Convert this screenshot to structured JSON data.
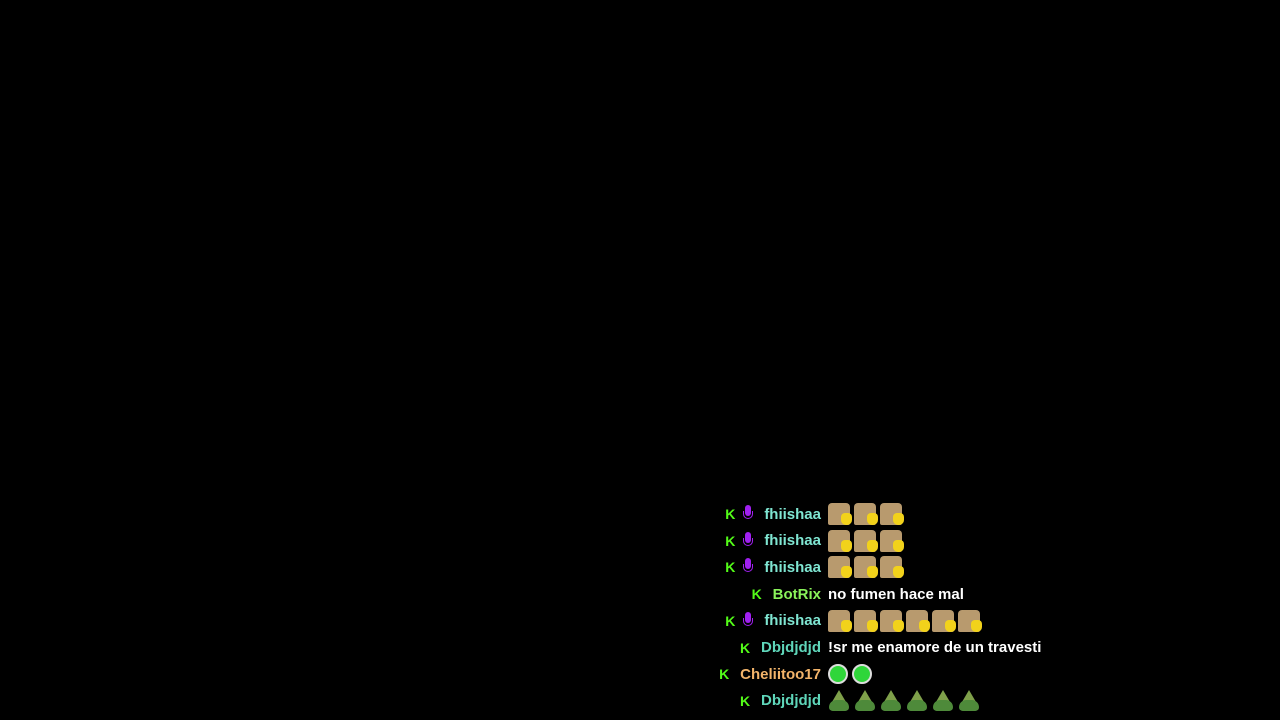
{
  "colors": {
    "kick": "#53fc18",
    "fhiishaa": "#7fe6d2",
    "BotRix": "#89f25a",
    "Dbjdjdjd": "#5fd6ba",
    "Cheliitoo17": "#f3b46a",
    "mic": "#a020f0"
  },
  "messages": [
    {
      "user": "fhiishaa",
      "badges": [
        "kick-icon",
        "mic-icon"
      ],
      "emotes": [
        "cat-wave",
        "cat-wave",
        "cat-wave"
      ],
      "text": ""
    },
    {
      "user": "fhiishaa",
      "badges": [
        "kick-icon",
        "mic-icon"
      ],
      "emotes": [
        "cat-wave",
        "cat-wave",
        "cat-wave"
      ],
      "text": ""
    },
    {
      "user": "fhiishaa",
      "badges": [
        "kick-icon",
        "mic-icon"
      ],
      "emotes": [
        "cat-wave",
        "cat-wave",
        "cat-wave"
      ],
      "text": ""
    },
    {
      "user": "BotRix",
      "badges": [
        "kick-icon"
      ],
      "emotes": [],
      "text": "no fumen hace mal"
    },
    {
      "user": "fhiishaa",
      "badges": [
        "kick-icon",
        "mic-icon"
      ],
      "emotes": [
        "cat-wave",
        "cat-wave",
        "cat-wave",
        "cat-wave",
        "cat-wave",
        "cat-wave"
      ],
      "text": ""
    },
    {
      "user": "Dbjdjdjd",
      "badges": [
        "kick-icon"
      ],
      "emotes": [],
      "text": "!sr me enamore de un travesti"
    },
    {
      "user": "Cheliitoo17",
      "badges": [
        "kick-icon"
      ],
      "emotes": [
        "frog-headset",
        "frog-headset"
      ],
      "text": ""
    },
    {
      "user": "Dbjdjdjd",
      "badges": [
        "kick-icon"
      ],
      "emotes": [
        "pepe-gnome",
        "pepe-gnome",
        "pepe-gnome",
        "pepe-gnome",
        "pepe-gnome",
        "pepe-gnome"
      ],
      "text": ""
    }
  ]
}
